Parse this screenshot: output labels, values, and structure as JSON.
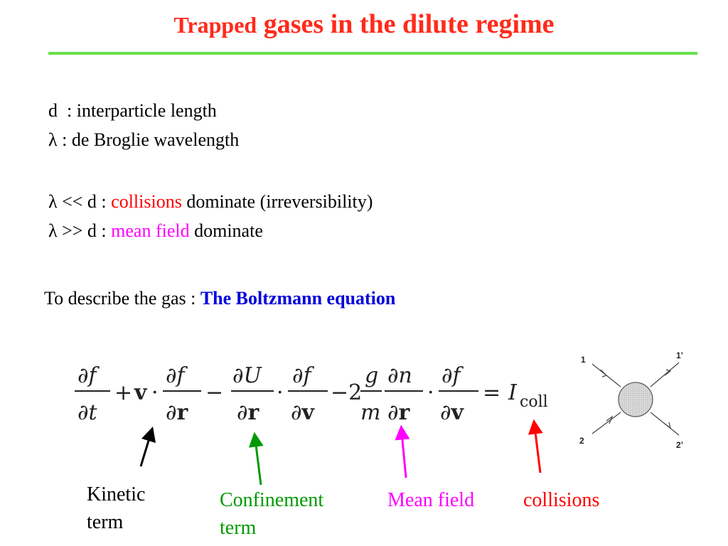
{
  "title": {
    "part1": "Trapped",
    "part2": " gases in the dilute regime"
  },
  "definitions": [
    {
      "symbol": "d",
      "text": "  : interparticle length"
    },
    {
      "symbol": "λ",
      "text": " : de Broglie wavelength"
    }
  ],
  "regimes": [
    {
      "prefix": "λ << d : ",
      "highlight": "collisions",
      "suffix": " dominate (irreversibility)"
    },
    {
      "prefix": "λ >> d : ",
      "highlight": "mean field",
      "suffix": " dominate"
    }
  ],
  "describe": {
    "prefix": "To describe the gas : ",
    "highlight": "The Boltzmann equation"
  },
  "labels": {
    "kinetic": [
      "Kinetic",
      "term"
    ],
    "confinement": [
      "Confinement",
      "term"
    ],
    "mean_field": "Mean field",
    "collisions": "collisions"
  },
  "diagram": {
    "p1": "1",
    "p1prime": "1’",
    "p2": "2",
    "p2prime": "2’"
  },
  "colors": {
    "title": "#ff2a1a",
    "rule": "#66e24a",
    "collisions": "#ff0000",
    "mean_field": "#ff00ff",
    "boltzmann": "#0000dd",
    "confinement": "#009a00"
  }
}
